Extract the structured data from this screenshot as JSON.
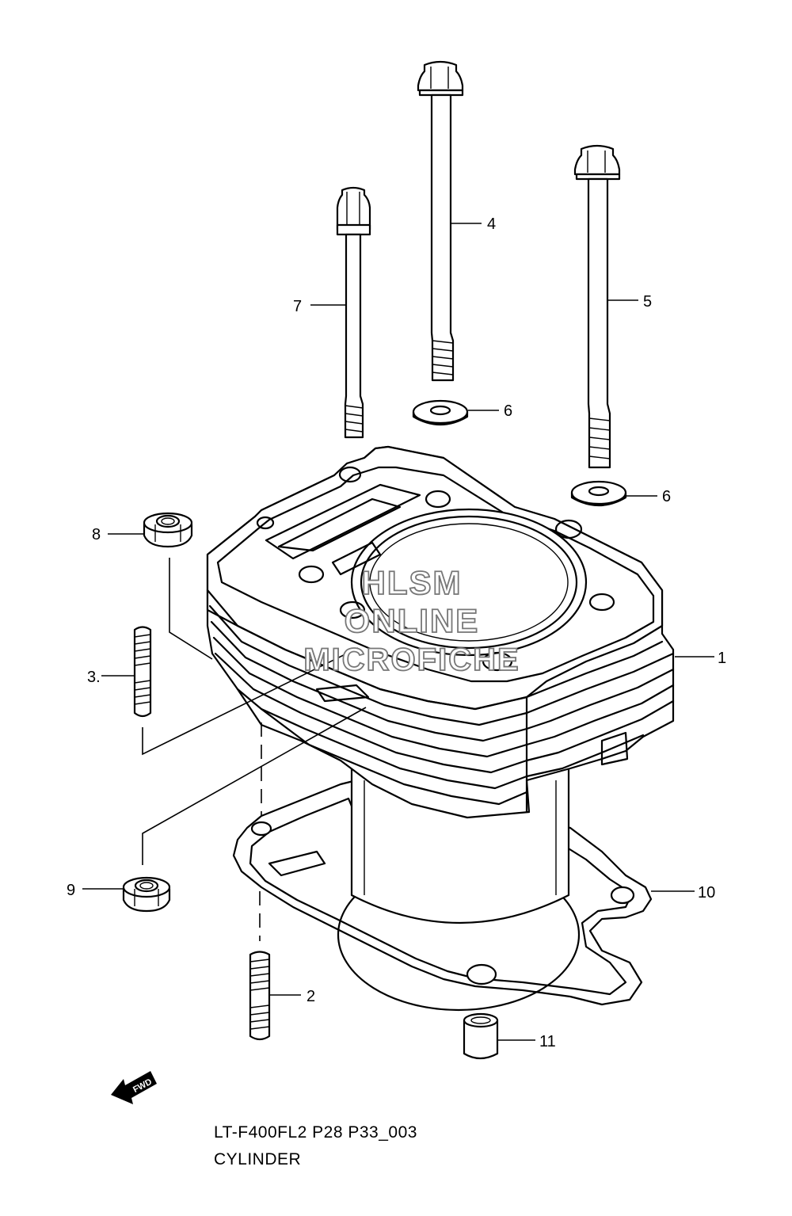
{
  "callouts": {
    "p1": "1",
    "p2": "2",
    "p3": "3.",
    "p4": "4",
    "p5": "5",
    "p6a": "6",
    "p6b": "6",
    "p7": "7",
    "p8": "8",
    "p9": "9",
    "p10": "10",
    "p11": "11"
  },
  "watermark": {
    "line1": "HLSM",
    "line2": "ONLINE",
    "line3": "MICROFICHE"
  },
  "fwd_label": "FWD",
  "caption": {
    "model_code": "LT-F400FL2 P28 P33_003",
    "title": "CYLINDER"
  }
}
